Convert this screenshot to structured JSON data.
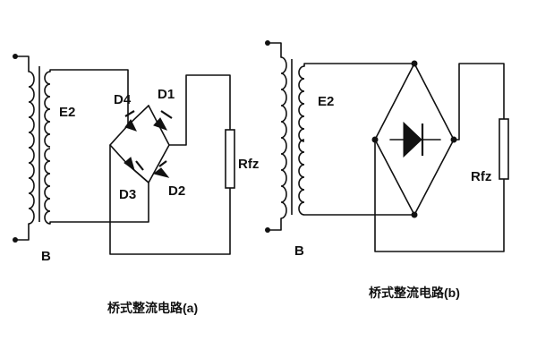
{
  "labels": {
    "a_transformer": "B",
    "a_secondary": "E2",
    "a_d1": "D1",
    "a_d2": "D2",
    "a_d3": "D3",
    "a_d4": "D4",
    "a_load": "Rfz",
    "b_transformer": "B",
    "b_secondary": "E2",
    "b_load": "Rfz"
  },
  "captions": {
    "a": "桥式整流电路(a)",
    "b": "桥式整流电路(b)"
  },
  "colors": {
    "ink": "#111111",
    "background": "#ffffff"
  }
}
